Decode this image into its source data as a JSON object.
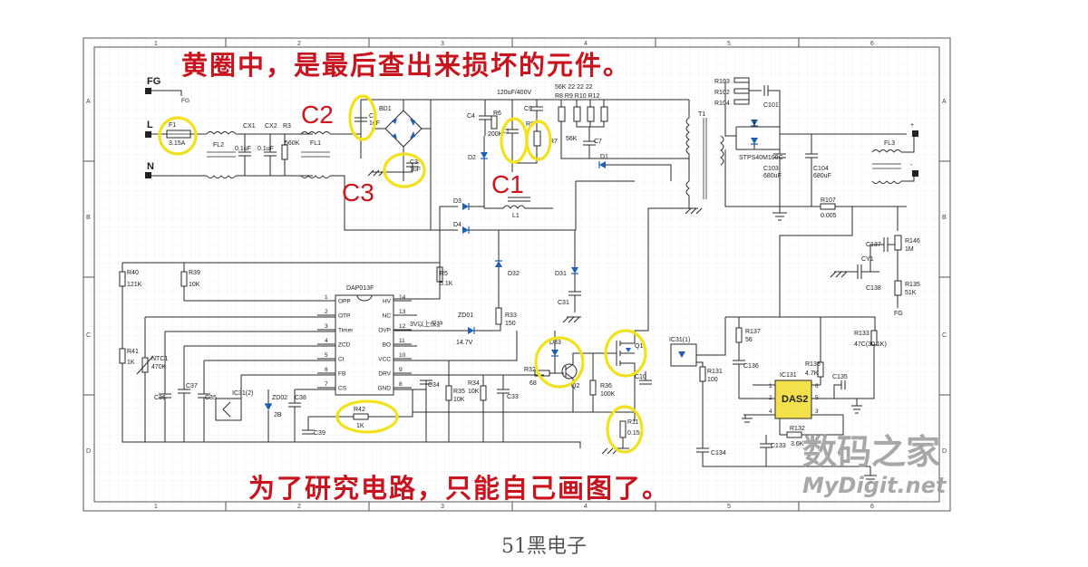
{
  "title": "黄圈中，是最后查出来损坏的元件。",
  "bottom_note": "为了研究电路，只能自己画图了。",
  "caption": "51黑电子",
  "watermark": {
    "cn": "数码之家",
    "en": "MyDigit.net"
  },
  "callouts": {
    "c1": "C1",
    "c2": "C2",
    "c3": "C3"
  },
  "frame": {
    "cols": [
      "1",
      "2",
      "3",
      "4",
      "5",
      "6"
    ],
    "rows": [
      "A",
      "B",
      "C",
      "D"
    ]
  },
  "colors": {
    "annotation": "#c8141e",
    "highlight_ring": "#f2e11c",
    "diode": "#1f5fb6"
  },
  "input": {
    "fg": "FG",
    "fg_sub": "FG",
    "l": "L",
    "n": "N"
  },
  "labels": {
    "f1": "F1",
    "f1_val": "3.15A",
    "fl2": "FL2",
    "cx1": "CX1",
    "cx1_val": "0.1uF",
    "cx2": "CX2",
    "cx2_val": "0.1uF",
    "r3": "R3",
    "r3_val": "560K",
    "fl1": "FL1",
    "bd1": "BD1",
    "c2": "C2",
    "c2_val": "1uF",
    "c3": "C3",
    "c3_val": "1uF",
    "bulk": "120uF/400V",
    "c4": "C4",
    "r6": "R6",
    "r6_val": "200K",
    "c1": "C1",
    "c9": "C9",
    "r8": "R8",
    "r_top": "56K  22  22  22",
    "r_top2": "R8  R9  R10 R12",
    "r7": "R7",
    "r7_val": "56K",
    "c7": "C7",
    "d2": "D2",
    "d1": "D1",
    "d3": "D3",
    "d4": "D4",
    "l1": "L1",
    "t1": "T1",
    "r103": "R103",
    "r102": "R102",
    "r104": "R104",
    "c101": "C101",
    "d101": "STPS40M100C",
    "c103": "C103",
    "c103_val": "680uF",
    "c104": "C104",
    "c104_val": "680uF",
    "fl3": "FL3",
    "r107": "R107",
    "r107_val": "0.005",
    "out_p": "+",
    "out_n": "-",
    "r5": "R5",
    "r5_val": "5.1K",
    "d32": "D32",
    "d31": "D31",
    "r40": "R40",
    "r40_val": "121K",
    "r39": "R39",
    "r39_val": "10K",
    "ic": "DAP013F",
    "r33": "R33",
    "r33_val": "150",
    "c31": "C31",
    "zd01": "ZD01",
    "zd01_val": "14.7V",
    "note_small": "3V以上保护",
    "r41": "R41",
    "r41_val": "1K",
    "ntc": "NTC1",
    "ntc_val": "470K",
    "c36": "C36",
    "c37": "C37",
    "c35": "C35",
    "ic31": "IC31(2)",
    "zd02": "ZD02",
    "zd02_val": "2B",
    "c38": "C38",
    "r42": "R42",
    "r42_val": "1K",
    "c39": "C39",
    "c34": "C34",
    "r35": "R35",
    "r35_val": "10K",
    "r34": "R34",
    "r34_val": "10K",
    "c33": "C33",
    "r32": "R32",
    "r32_val": "68",
    "d33": "D33",
    "q2": "Q2",
    "q1": "Q1",
    "r36": "R36",
    "r36_val": "100K",
    "c10": "C10",
    "r11": "R11",
    "r11_val": "0.15",
    "ic31b": "IC31(1)",
    "r131": "R131",
    "r131_val": "100",
    "r137": "R137",
    "r137_val": "56",
    "c136": "C136",
    "r136": "R136",
    "r136_val": "4.7K",
    "ic131": "IC131",
    "das": "DAS2",
    "c135": "C135",
    "r133": "R133",
    "r133_val": "47C(30.1K)",
    "c133": "C133",
    "r132": "R132",
    "r132_val": "3.6K",
    "c134": "C134",
    "c137": "C137",
    "r146": "R146",
    "r146_val": "1M",
    "cy1": "CY1",
    "c138": "C138",
    "r135": "R135",
    "r135_val": "51K",
    "fg2": "FG"
  },
  "ic_pins": {
    "left": [
      "OPP",
      "OTP",
      "Timer",
      "ZCD",
      "Ct",
      "FB",
      "CS"
    ],
    "left_num": [
      "1",
      "2",
      "3",
      "4",
      "5",
      "6",
      "7"
    ],
    "right": [
      "HV",
      "NC",
      "OVP",
      "BO",
      "VCC",
      "DRV",
      "GND"
    ],
    "right_num": [
      "14",
      "13",
      "12",
      "11",
      "10",
      "9",
      "8"
    ]
  }
}
